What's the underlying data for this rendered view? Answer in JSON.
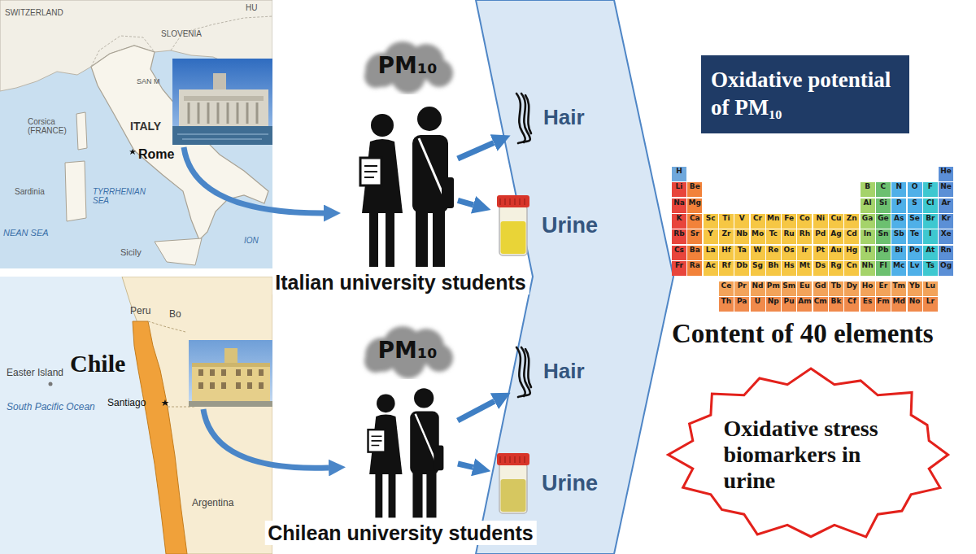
{
  "diagram": {
    "nodes": [
      {
        "text": [
          "PM₁₀"
        ]
      },
      {
        "text": [
          "Italian university students"
        ]
      },
      {
        "text": [
          "Hair"
        ]
      },
      {
        "text": [
          "Urine"
        ]
      },
      {
        "text": [
          "PM₁₀"
        ]
      },
      {
        "text": [
          "Chilean university students"
        ]
      },
      {
        "text": [
          "Hair"
        ]
      },
      {
        "text": [
          "Urine"
        ]
      },
      {
        "text": [
          "Oxidative potential of PM₁₀"
        ]
      },
      {
        "text": [
          "Oxidative stress biomarkers in urine"
        ]
      }
    ],
    "edges": [
      {
        "from": 1,
        "to": 2,
        "arrow": "to"
      },
      {
        "from": 1,
        "to": 3,
        "arrow": "to"
      },
      {
        "from": 5,
        "to": 6,
        "arrow": "to"
      },
      {
        "from": 5,
        "to": 7,
        "arrow": "to"
      }
    ],
    "labels": [
      "HU",
      "SWITZERLAND",
      "SLOVENIA",
      "SAN M",
      "ITALY",
      "Rome",
      "Corsica (FRANCE)",
      "Sardinia",
      "TYRRHENIAN SEA",
      "NEAN SEA",
      "Sicily",
      "ION",
      "Peru",
      "Bo",
      "Easter Island",
      "Chile",
      "South Pacific Ocean",
      "Santiago",
      "Argentina",
      "Content of 40 elements",
      "H",
      "He",
      "Li",
      "Be",
      "B",
      "C",
      "N",
      "O",
      "F",
      "Ne",
      "Na",
      "Mg",
      "Al",
      "Si",
      "P",
      "S",
      "Cl",
      "Ar",
      "K",
      "Ca",
      "Sc",
      "Ti",
      "V",
      "Cr",
      "Mn",
      "Fe",
      "Co",
      "Ni",
      "Cu",
      "Zn",
      "Ga",
      "Ge",
      "As",
      "Se",
      "Br",
      "Kr",
      "Rb",
      "Sr",
      "Y",
      "Zr",
      "Nb",
      "Mo",
      "Tc",
      "Ru",
      "Rh",
      "Pd",
      "Ag",
      "Cd",
      "In",
      "Sn",
      "Sb",
      "Te",
      "I",
      "Xe",
      "Cs",
      "Ba",
      "La",
      "Hf",
      "Ta",
      "W",
      "Re",
      "Os",
      "Ir",
      "Pt",
      "Au",
      "Hg",
      "Tl",
      "Pb",
      "Bi",
      "Po",
      "At",
      "Rn",
      "Fr",
      "Ra",
      "Ac",
      "Rf",
      "Db",
      "Sg",
      "Bh",
      "Hs",
      "Mt",
      "Ds",
      "Rg",
      "Cn",
      "Nh",
      "Fl",
      "Mc",
      "Lv",
      "Ts",
      "Og",
      "Ce",
      "Pr",
      "Nd",
      "Pm",
      "Sm",
      "Eu",
      "Gd",
      "Tb",
      "Dy",
      "Ho",
      "Er",
      "Tm",
      "Yb",
      "Lu",
      "Th",
      "Pa",
      "U",
      "Np",
      "Pu",
      "Am",
      "Cm",
      "Bk",
      "Cf",
      "Es",
      "Fm",
      "Md",
      "No",
      "Lr"
    ]
  }
}
